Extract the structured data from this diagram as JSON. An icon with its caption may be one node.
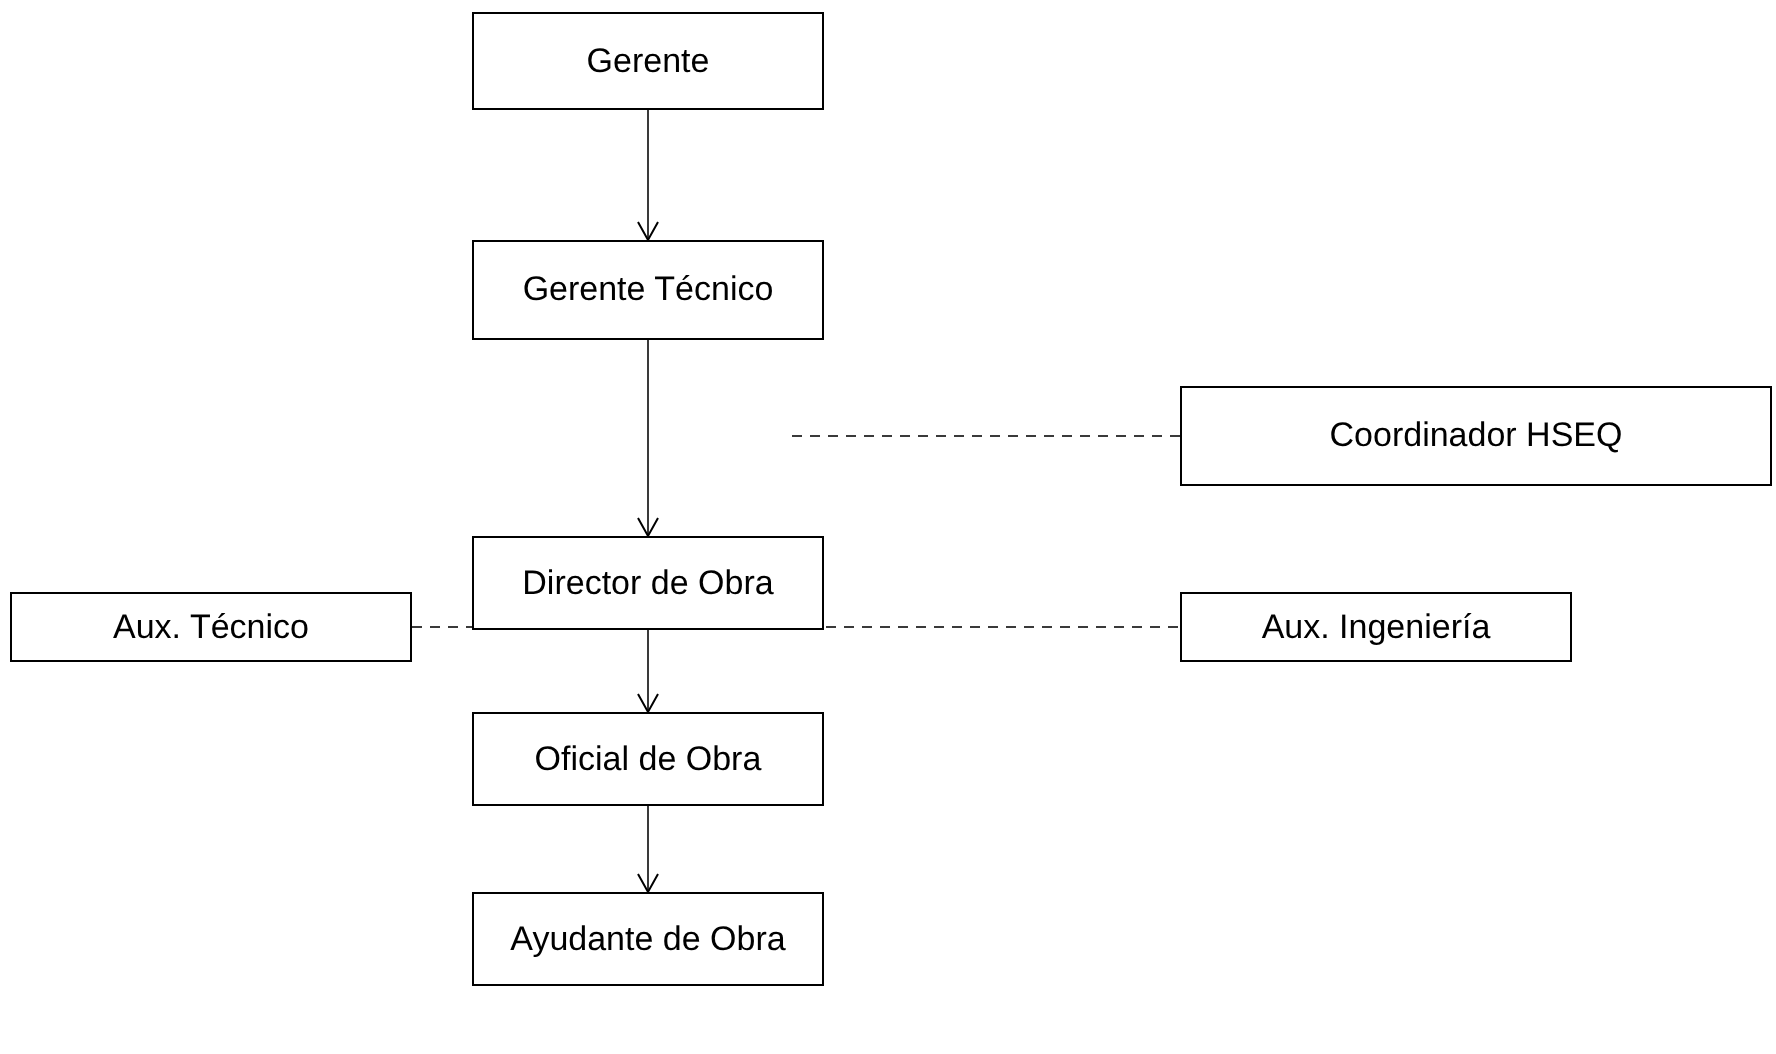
{
  "diagram": {
    "nodes": [
      {
        "text": [
          "Gerente"
        ]
      },
      {
        "text": [
          "Gerente Técnico"
        ]
      },
      {
        "text": [
          "Coordinador HSEQ"
        ]
      },
      {
        "text": [
          "Director de Obra"
        ]
      },
      {
        "text": [
          "Aux. Técnico"
        ]
      },
      {
        "text": [
          "Aux. Ingeniería"
        ]
      },
      {
        "text": [
          "Oficial de Obra"
        ]
      },
      {
        "text": [
          "Ayudante de Obra"
        ]
      }
    ],
    "edges": [
      {
        "from": 0,
        "to": 1,
        "arrow": "to"
      },
      {
        "from": 1,
        "to": 3,
        "arrow": "to"
      },
      {
        "from": 2,
        "to": null,
        "arrow": "none",
        "style": "dashed"
      },
      {
        "from": 4,
        "to": 5,
        "arrow": "none",
        "style": "dashed"
      },
      {
        "from": 3,
        "to": 6,
        "arrow": "to"
      },
      {
        "from": 6,
        "to": 7,
        "arrow": "to"
      }
    ]
  }
}
